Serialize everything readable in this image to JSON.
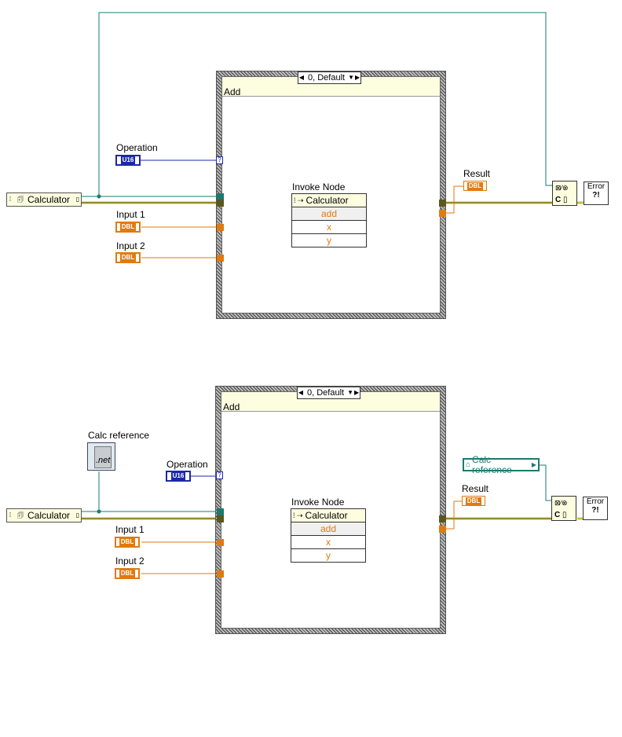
{
  "colors": {
    "wire_ref": "#1a7a70",
    "wire_dbl": "#e07a10",
    "wire_u16": "#1c28a8",
    "wire_error": "#c8c040",
    "case_bg": "#fdfde0"
  },
  "diagram1": {
    "case_selector": "0, Default",
    "case_title": "Add",
    "operation_label": "Operation",
    "operation_type": "U16",
    "selector_terminal": "?",
    "calculator_ref_label": "Calculator",
    "input1_label": "Input 1",
    "input2_label": "Input 2",
    "dbl_type": "DBL",
    "invoke_title": "Invoke Node",
    "invoke_class": "Calculator",
    "method": "add",
    "param_x": "x",
    "param_y": "y",
    "result_label": "Result",
    "error_text_1": "Error",
    "error_text_2": "?!"
  },
  "diagram2": {
    "case_selector": "0, Default",
    "case_title": "Add",
    "constructor_label": "Calc reference",
    "constructor_icon_text": ".net",
    "operation_label": "Operation",
    "operation_type": "U16",
    "selector_terminal": "?",
    "calculator_ref_label": "Calculator",
    "input1_label": "Input 1",
    "input2_label": "Input 2",
    "dbl_type": "DBL",
    "invoke_title": "Invoke Node",
    "invoke_class": "Calculator",
    "method": "add",
    "param_x": "x",
    "param_y": "y",
    "result_label": "Result",
    "calc_ref_indicator": "Calc reference",
    "error_text_1": "Error",
    "error_text_2": "?!"
  }
}
